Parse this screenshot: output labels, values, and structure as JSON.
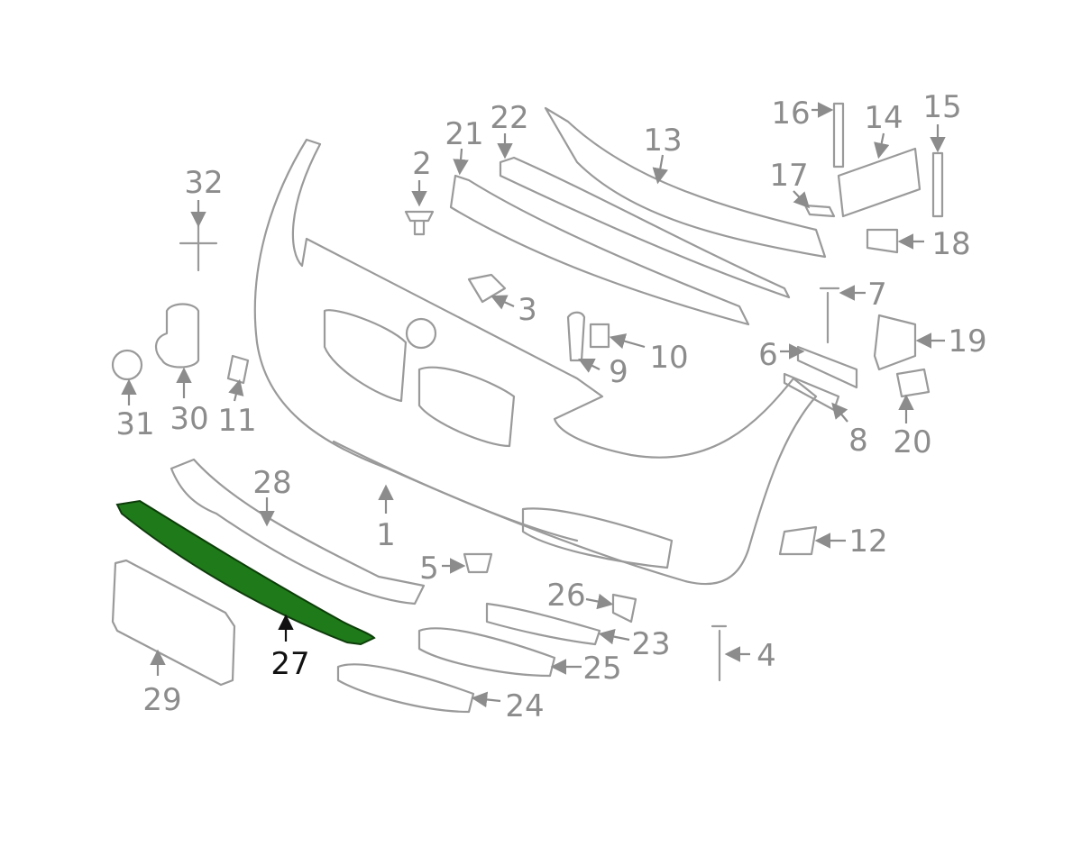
{
  "diagram": {
    "title_hidden": null,
    "highlight_color": "#1f7a1a",
    "highlighted_part": "27",
    "callouts": [
      "16",
      "14",
      "15",
      "22",
      "21",
      "13",
      "2",
      "32",
      "17",
      "18",
      "3",
      "7",
      "10",
      "19",
      "6",
      "9",
      "31",
      "30",
      "11",
      "8",
      "20",
      "28",
      "1",
      "12",
      "5",
      "26",
      "23",
      "4",
      "27",
      "25",
      "29",
      "24"
    ]
  }
}
